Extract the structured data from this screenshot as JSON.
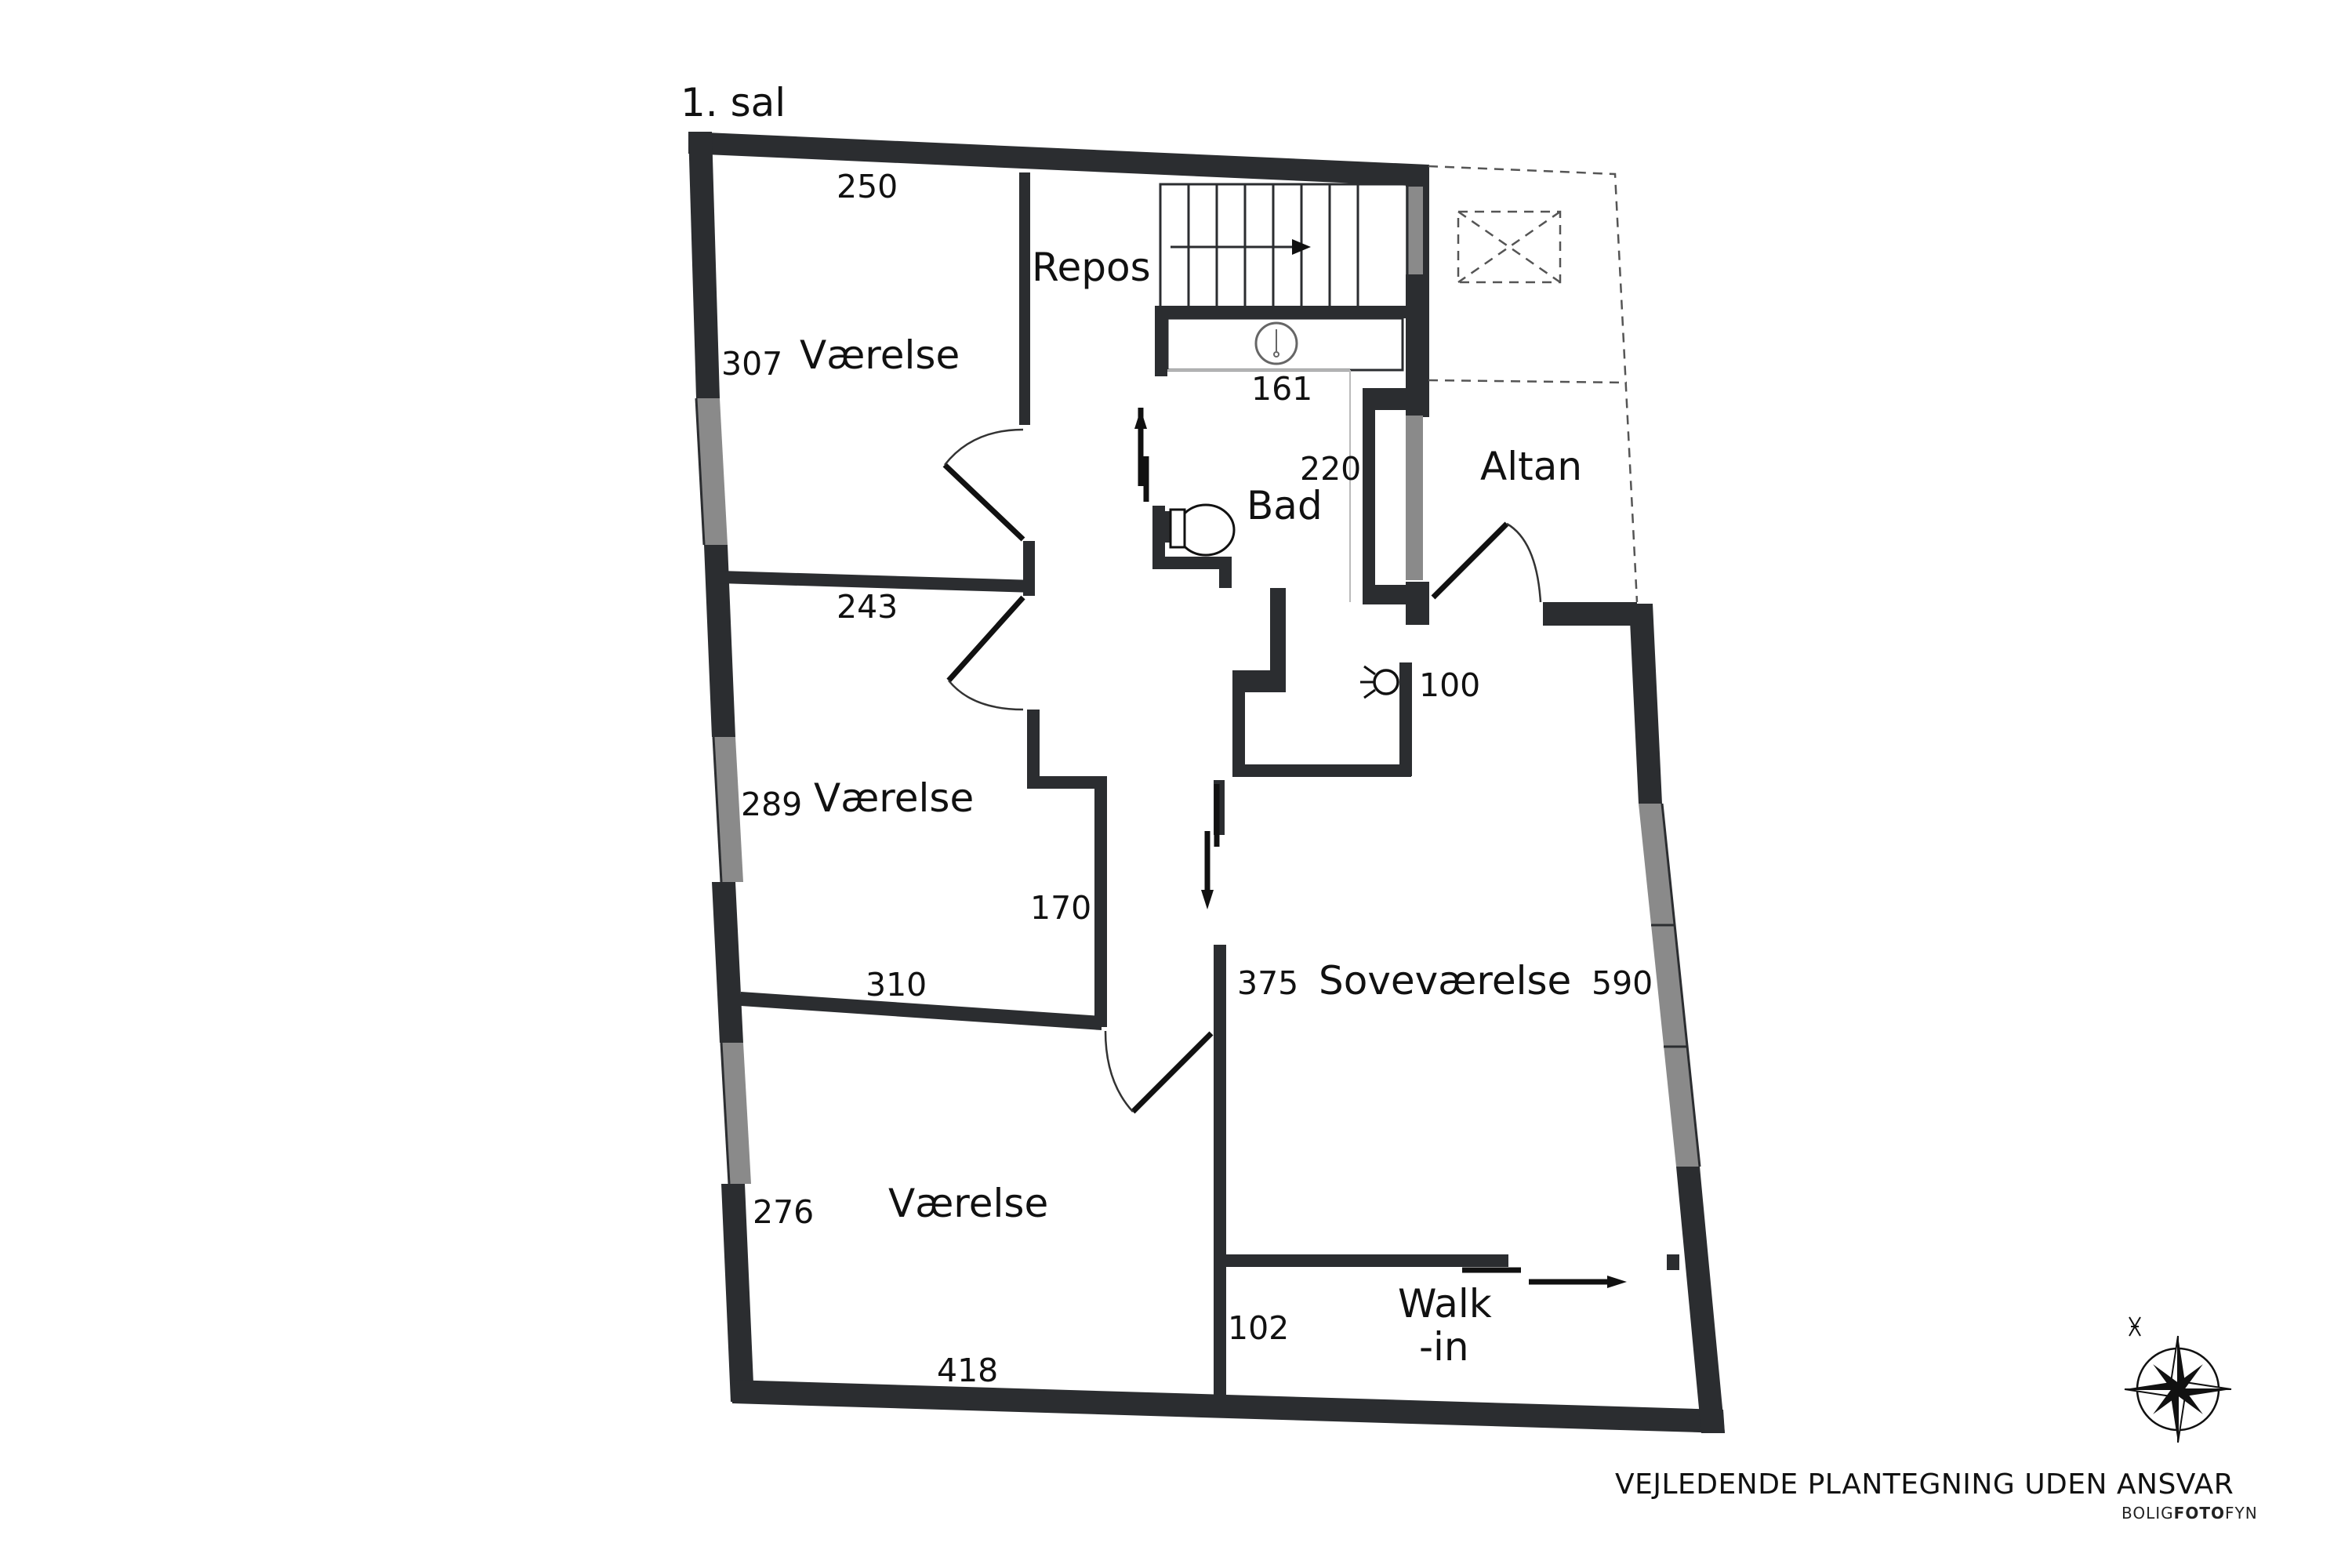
{
  "floor_label": "1. sal",
  "rooms": {
    "vaerelse_1": "Værelse",
    "repos": "Repos",
    "bad": "Bad",
    "altan": "Altan",
    "vaerelse_2": "Værelse",
    "sovevaerelse": "Soveværelse",
    "vaerelse_3": "Værelse",
    "walk_in_line1": "Walk",
    "walk_in_line2": "-in"
  },
  "dimensions": {
    "d250": "250",
    "d307": "307",
    "d161": "161",
    "d220": "220",
    "d243": "243",
    "d100": "100",
    "d289": "289",
    "d170": "170",
    "d310": "310",
    "d375": "375",
    "d590": "590",
    "d276": "276",
    "d102": "102",
    "d418": "418"
  },
  "footer": {
    "disclaimer": "VEJLEDENDE PLANTEGNING UDEN ANSVAR",
    "brand_part1": "BOLIG",
    "brand_part2": "FOTO",
    "brand_part3": "FYN"
  },
  "compass_icon": "compass-rose-icon",
  "colors": {
    "wall": "#2b2d30",
    "window": "#8a8a8a",
    "background": "#ffffff"
  }
}
